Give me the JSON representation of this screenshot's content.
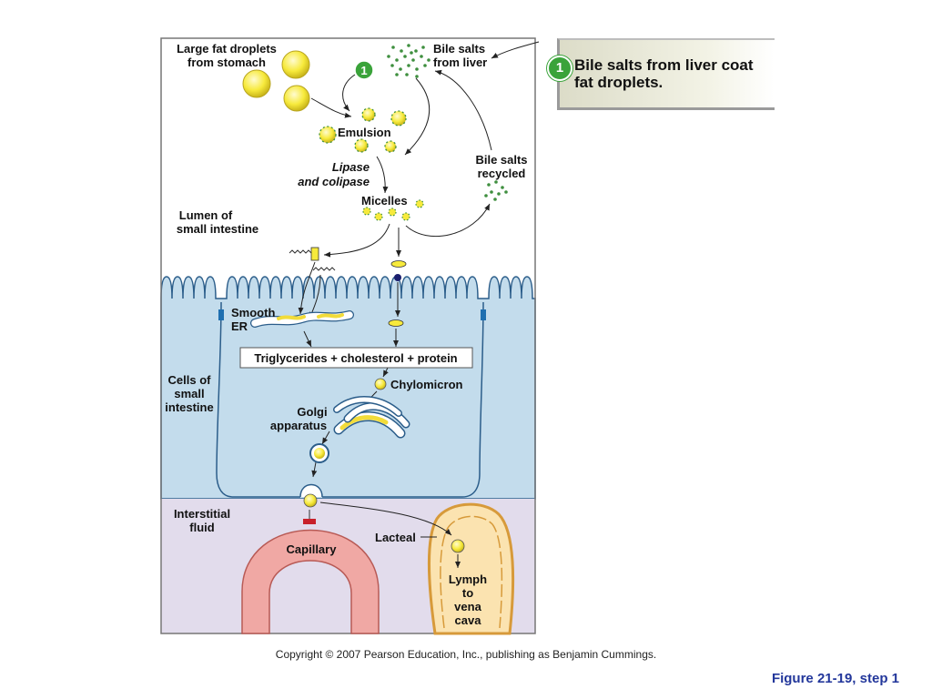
{
  "labels": {
    "large_fat_1": "Large fat droplets",
    "large_fat_2": "from stomach",
    "bile_liver_1": "Bile salts",
    "bile_liver_2": "from liver",
    "step_num": "1",
    "emulsion": "Emulsion",
    "lipase_1": "Lipase",
    "lipase_2": "and colipase",
    "bile_recycled_1": "Bile salts",
    "bile_recycled_2": "recycled",
    "micelles": "Micelles",
    "lumen_1": "Lumen of",
    "lumen_2": "small intestine",
    "smooth_er_1": "Smooth",
    "smooth_er_2": "ER",
    "triglycerides": "Triglycerides + cholesterol + protein",
    "cells_1": "Cells of",
    "cells_2": "small",
    "cells_3": "intestine",
    "chylomicron": "Chylomicron",
    "golgi_1": "Golgi",
    "golgi_2": "apparatus",
    "interstitial_1": "Interstitial",
    "interstitial_2": "fluid",
    "lacteal": "Lacteal",
    "capillary": "Capillary",
    "lymph_1": "Lymph",
    "lymph_2": "to",
    "lymph_3": "vena",
    "lymph_4": "cava"
  },
  "callout": {
    "number": "1",
    "text": "Bile salts from liver coat fat droplets."
  },
  "copyright": "Copyright © 2007 Pearson Education, Inc., publishing as Benjamin Cummings.",
  "figure_label": "Figure 21-19, step 1",
  "colors": {
    "lumen": "#ffffff",
    "cell": "#c3dcec",
    "interstitial": "#e2dcec",
    "fat": "#f7ea3c",
    "bile_green": "#3f8f3f",
    "capillary": "#f0a8a4",
    "lacteal": "#fbe3b0",
    "figure_label": "#23379b"
  }
}
